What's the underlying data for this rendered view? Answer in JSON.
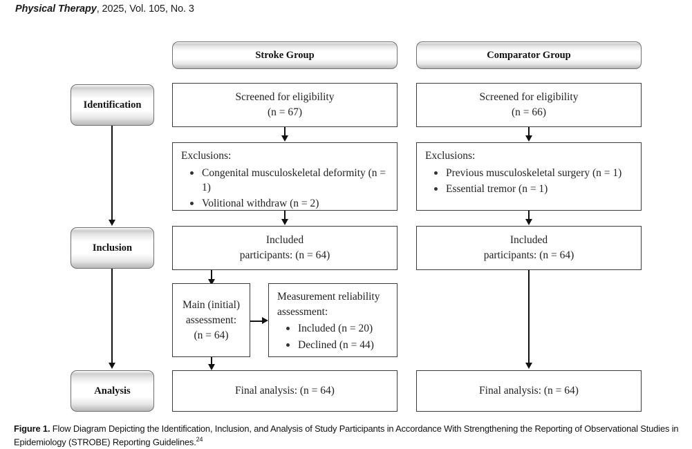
{
  "journal": {
    "title": "Physical Therapy",
    "issue": ", 2025, Vol. 105, No. 3"
  },
  "columns": {
    "stroke": {
      "header": "Stroke Group"
    },
    "comparator": {
      "header": "Comparator Group"
    }
  },
  "stages": [
    {
      "label": "Identification"
    },
    {
      "label": "Inclusion"
    },
    {
      "label": "Analysis"
    }
  ],
  "stroke_flow": {
    "screened": {
      "line1": "Screened for eligibility",
      "line2": "(n = 67)"
    },
    "exclusions": {
      "lead": "Exclusions:",
      "items": [
        "Congenital musculoskeletal deformity (n = 1)",
        "Volitional withdraw (n = 2)"
      ]
    },
    "included": {
      "line1": "Included",
      "line2": "participants: (n = 64)"
    },
    "main_assessment": {
      "line1": "Main (initial)",
      "line2": "assessment:",
      "line3": "(n = 64)"
    },
    "reliability_assessment": {
      "lead1": "Measurement reliability",
      "lead2": "assessment:",
      "items": [
        "Included (n = 20)",
        "Declined (n = 44)"
      ]
    },
    "final": {
      "text": "Final analysis: (n = 64)"
    }
  },
  "comparator_flow": {
    "screened": {
      "line1": "Screened for eligibility",
      "line2": "(n = 66)"
    },
    "exclusions": {
      "lead": "Exclusions:",
      "items": [
        "Previous musculoskeletal surgery (n = 1)",
        "Essential tremor (n = 1)"
      ]
    },
    "included": {
      "line1": "Included",
      "line2": "participants: (n = 64)"
    },
    "final": {
      "text": "Final analysis: (n = 64)"
    }
  },
  "caption": {
    "figure_label": "Figure 1.",
    "text": " Flow Diagram Depicting the Identification, Inclusion, and Analysis of Study Participants in Accordance With Strengthening the Reporting of Observational Studies in Epidemiology (STROBE) Reporting Guidelines.",
    "reference": "24"
  }
}
